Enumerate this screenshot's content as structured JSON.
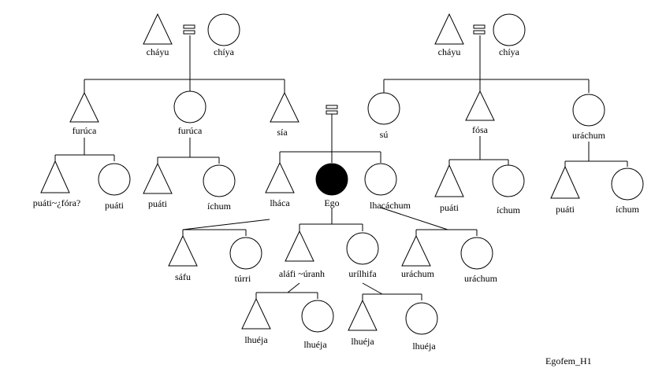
{
  "figure_label": "Egofem_H1",
  "people": {
    "left_grandfather": "cháyu",
    "left_grandmother": "chíya",
    "right_grandfather": "cháyu",
    "right_grandmother": "chíya",
    "paternal_uncle": "furúca",
    "paternal_aunt": "furúca",
    "father": "sía",
    "mother": "sú",
    "maternal_uncle": "fósa",
    "maternal_aunt": "uráchum",
    "fpuncle_son": "puáti~¿fóra?",
    "fpuncle_daughter": "puáti",
    "fpaunt_son": "puáti",
    "fpaunt_daughter": "íchum",
    "brother": "lháca",
    "ego": "Ego",
    "sister": "lhacáchum",
    "mpuncle_son": "puáti",
    "mpuncle_daughter": "íchum",
    "mpaunt_son": "puáti",
    "mpaunt_daughter": "íchum",
    "brother_son": "sáfu",
    "brother_daughter": "túrri",
    "ego_son": "aláfi ~úranh",
    "ego_daughter": "urílhifa",
    "sister_son": "uráchum",
    "sister_daughter": "uráchum",
    "gson_son": "lhuéja",
    "gson_daughter": "lhuéja",
    "gdaughter_son": "lhuéja",
    "gdaughter_daughter": "lhuéja"
  }
}
